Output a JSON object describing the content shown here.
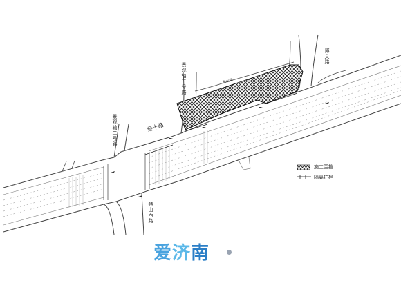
{
  "roads": {
    "guanshi": "经十路",
    "jingguan_3": "景观轴三号路",
    "jingguan_2": "景观轴二号路",
    "bowen": "博文路",
    "teshan_west": "特山西路",
    "minor_north": "东山路"
  },
  "legend": {
    "construction": "施工围挡",
    "barrier": "隔离护栏"
  },
  "watermark": {
    "text_left": "爱",
    "text_mid": "济",
    "text_right": "南",
    "color_left": "#4aa3df",
    "color_mid": "#5bb8e8",
    "color_right": "#2c7fc7"
  }
}
